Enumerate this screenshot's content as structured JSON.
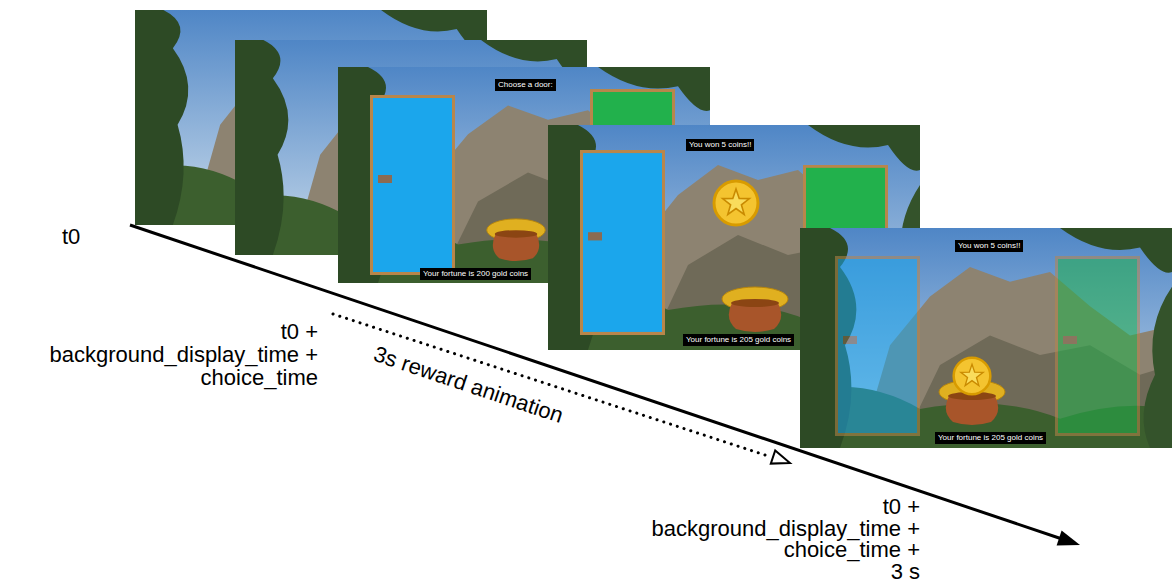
{
  "diagram": {
    "nodes": [
      {
        "text": [
          "Choose a door:"
        ]
      },
      {
        "text": [
          "Your fortune is 200 gold coins"
        ]
      },
      {
        "text": [
          "You won 5 coins!!"
        ]
      },
      {
        "text": [
          "Your fortune is 205 gold coins"
        ]
      },
      {
        "text": [
          "You won 5 coins!!"
        ]
      },
      {
        "text": [
          "Your fortune is 205 gold coins"
        ]
      }
    ],
    "labels": [
      "t0",
      "t0 + background_display_time + choice_time",
      "3s reward animation",
      "t0 + background_display_time + choice_time + 3 s"
    ]
  }
}
